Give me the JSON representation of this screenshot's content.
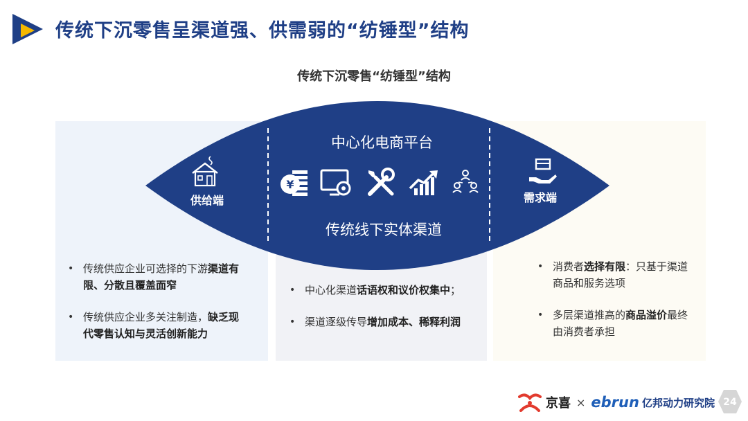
{
  "header": {
    "title": "传统下沉零售呈渠道强、供需弱的“纺锤型”结构"
  },
  "diagram": {
    "subtitle": "传统下沉零售“纺锤型”结构",
    "supply_label": "供给端",
    "demand_label": "需求端",
    "center_top_label": "中心化电商平台",
    "center_bottom_label": "传统线下实体渠道",
    "center_icons": [
      "yen-coin-icon",
      "computer-settings-icon",
      "tools-icon",
      "growth-chart-icon",
      "network-people-icon"
    ],
    "lens_color": "#1f3f86"
  },
  "left_points": [
    {
      "pre": "传统供应企业可选择的下游",
      "bold": "渠道有限、分散且覆盖面窄",
      "post": ""
    },
    {
      "pre": "传统供应企业多关注制造，",
      "bold": "缺乏现代零售认知与灵活创新能力",
      "post": ""
    }
  ],
  "middle_points": [
    {
      "pre": "中心化渠道",
      "bold": "话语权和议价权集中",
      "post": "；"
    },
    {
      "pre": "渠道逐级传导",
      "bold": "增加成本、稀释利润",
      "post": ""
    }
  ],
  "right_points": [
    {
      "pre": "消费者",
      "bold": "选择有限",
      "post": "：只基于渠道商品和服务选项"
    },
    {
      "pre": "多层渠道推高的",
      "bold": "商品溢价",
      "post": "最终由消费者承担"
    }
  ],
  "footer": {
    "brand1": "京喜",
    "times": "×",
    "brand2": "ebrun",
    "brand3": "亿邦动力研究院",
    "page_number": "24"
  }
}
